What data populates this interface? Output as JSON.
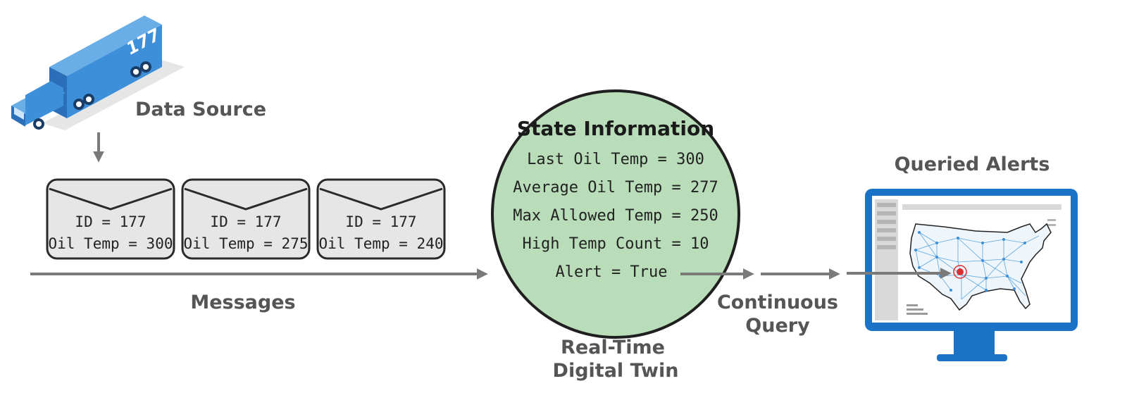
{
  "data_source": {
    "label": "Data Source",
    "truck_number": "177"
  },
  "messages": {
    "label": "Messages",
    "items": [
      {
        "id": "ID = 177",
        "oil": "Oil Temp = 300"
      },
      {
        "id": "ID = 177",
        "oil": "Oil Temp = 275"
      },
      {
        "id": "ID = 177",
        "oil": "Oil Temp = 240"
      }
    ]
  },
  "digital_twin": {
    "caption_line1": "Real-Time",
    "caption_line2": "Digital Twin",
    "title": "State Information",
    "lines": [
      "Last Oil Temp = 300",
      "Average Oil Temp = 277",
      "Max Allowed Temp = 250",
      "High Temp Count = 10",
      "Alert = True"
    ]
  },
  "query": {
    "line1": "Continuous",
    "line2": "Query"
  },
  "alerts": {
    "label": "Queried Alerts"
  },
  "colors": {
    "truck_blue": "#3d8fd9",
    "monitor_blue": "#1a73c7",
    "twin_green": "#b9ddb9",
    "arrow_gray": "#7a7a7a",
    "alert_red": "#d93030"
  }
}
